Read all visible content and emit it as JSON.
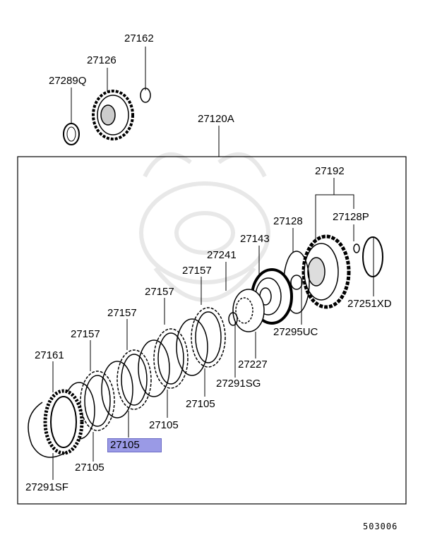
{
  "labels": {
    "p27162": "27162",
    "p27126": "27126",
    "p27289Q": "27289Q",
    "p27120A": "27120A",
    "p27192": "27192",
    "p27128": "27128",
    "p27128P": "27128P",
    "p27143": "27143",
    "p27241": "27241",
    "p27251XD": "27251XD",
    "p27157a": "27157",
    "p27157b": "27157",
    "p27157c": "27157",
    "p27157d": "27157",
    "p27295UC": "27295UC",
    "p27161": "27161",
    "p27227": "27227",
    "p27291SG": "27291SG",
    "p27105a": "27105",
    "p27105b": "27105",
    "p27105c": "27105",
    "p27105d": "27105",
    "p27291SF": "27291SF"
  },
  "diagram_code": "503006",
  "colors": {
    "line": "#000000",
    "highlight": "#9a9ae6",
    "watermark": "#e6e6e6"
  }
}
